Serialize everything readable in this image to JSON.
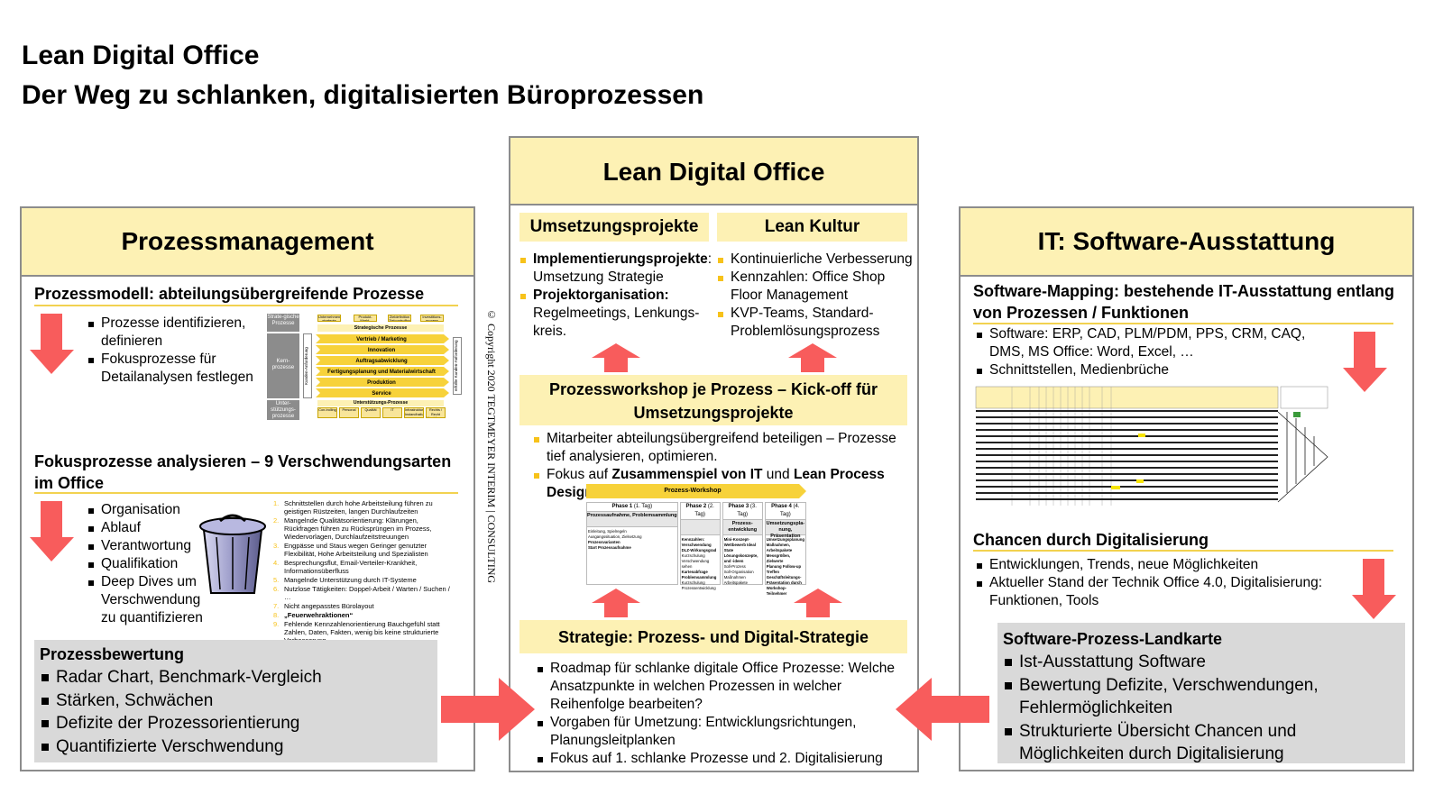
{
  "title": {
    "line1": "Lean Digital Office",
    "line2": "Der Weg zu schlanken, digitalisierten Büroprozessen"
  },
  "copyright": "© Copyright 2020 TEGTMEYER INTERIM | CONSULTING",
  "left": {
    "header": "Prozessmanagement",
    "model_title": "Prozessmodell: abteilungsübergreifende Prozesse",
    "model_bullets": [
      "Prozesse identifizieren, definieren",
      "Fokusprozesse für Detailanalysen festlegen"
    ],
    "focus_title": "Fokusprozesse analysieren – 9 Verschwendungsarten im Office",
    "focus_bullets": [
      "Organisation",
      "Ablauf",
      "Verantwortung",
      "Qualifikation",
      "Deep Dives um Verschwendung zu quantifizieren"
    ],
    "waste": [
      "Schnittstellen durch hohe Arbeitsteilung führen zu geistigen Rüstzeiten, langen Durchlaufzeiten",
      "Mangelnde Qualitätsorientierung: Klärungen, Rückfragen führen zu Rücksprüngen im Prozess, Wiedervorlagen, Durchlaufzeitstreuungen",
      "Engpässe und Staus wegen Geringer genutzter Flexibilität, Hohe Arbeitsteilung und Spezialisten",
      "Besprechungsflut, Email-Verteiler-Krankheit, Informationsüberfluss",
      "Mangelnde Unterstützung durch IT-Systeme",
      "Nutzlose Tätigkeiten: Doppel-Arbeit / Warten / Suchen / …",
      "Nicht angepasstes Bürolayout",
      "„Feuerwehraktionen“",
      "Fehlende Kennzahlenorientierung Bauchgefühl statt Zahlen, Daten, Fakten, wenig bis keine strukturierte Verbesserung"
    ],
    "eval_title": "Prozessbewertung",
    "eval_bullets": [
      "Radar Chart, Benchmark-Vergleich",
      "Stärken, Schwächen",
      "Defizite der Prozessorientierung",
      "Quantifizierte Verschwendung"
    ],
    "model": {
      "strategic": "Strate-gische Prozesse",
      "core": "Kern-prozesse",
      "support": "Unter-stützungs-prozesse",
      "top_boxes": [
        "Unternehmens-strategie",
        "Produkt-Markt-strategie",
        "Zieldefinition Zielcontrolling",
        "Investitions-prozess"
      ],
      "strategic_bar": "Strategische Prozesse",
      "core_items": [
        "Vertrieb / Marketing",
        "Innovation",
        "Auftragsabwicklung",
        "Fertigungsplanung und Materialwirtschaft",
        "Produktion",
        "Service"
      ],
      "left_vertical": "Kunden-Anforderung",
      "right_vertical": "erfüllte Kunden-Anforderung",
      "support_bar": "Unterstützungs-Prozesse",
      "support_boxes": [
        "Con-trolling",
        "Personal",
        "Qualität",
        "IT",
        "Infrastruktur Instandhaltung",
        "Rechts / Recht Versicherung"
      ]
    }
  },
  "center": {
    "header": "Lean Digital Office",
    "umsetzung": "Umsetzungsprojekte",
    "kultur": "Lean Kultur",
    "umsetzung_items": [
      {
        "bold": "Implementierungsprojekte",
        "rest": ": Umsetzung Strategie"
      },
      {
        "bold": "Projektorganisation:",
        "rest": " Regelmeetings, Lenkungs-kreis."
      }
    ],
    "kultur_items": [
      "Kontinuierliche Verbesserung",
      "Kennzahlen: Office Shop Floor Management",
      "KVP-Teams, Standard-Problemlösungsprozess"
    ],
    "workshop_title": "Prozessworkshop je Prozess – Kick-off für Umsetzungsprojekte",
    "workshop_b1": "Mitarbeiter abteilungsübergreifend beteiligen – Prozesse tief analysieren, optimieren.",
    "workshop_b2_pre": "Fokus auf ",
    "workshop_b2_bold1": "Zusammenspiel von IT",
    "workshop_b2_mid": " und ",
    "workshop_b2_bold2": "Lean Process Design",
    "pw": {
      "title": "Prozess-Workshop",
      "phases": [
        {
          "label": "Phase 1",
          "days": "(1. Tag)",
          "head": "Prozessaufnahme, Problemsammlung",
          "items": [
            "Einleitung, Spielregeln",
            "Ausgangssituation, Zielsetzung",
            "Prozessvarianten",
            "Start Prozessaufnahme"
          ]
        },
        {
          "label": "Phase 2",
          "days": "(2. Tag)",
          "head": "",
          "items": [
            "Kennzahlen: Verschwendung DLZ-Wirkungsgrad",
            "Kurzschulung Verschwendung sehen",
            "Kartenabfrage Problemsammlung",
            "Kurzschulung Prozessentwicklung"
          ]
        },
        {
          "label": "Phase 3",
          "days": "(3. Tag)",
          "head": "Prozess-entwicklung",
          "items": [
            "Mini-Konzept-Wettbewerb Ideal State",
            "Lösungskonzepte, und -ideen",
            "Soll-Prozess",
            "Soll-Organisation",
            "Maßnahmen",
            "Arbeitspakete"
          ]
        },
        {
          "label": "Phase 4",
          "days": "(4. Tag)",
          "head": "Umsetzungspla-nung, Präsentation",
          "items": [
            "Umsetzungsplanung Maßnahmen, Arbeitspakete",
            "Messgrößen, Zielwerte",
            "Planung Follow-up Treffen",
            "Geschäftsleitungs-Präsentation durch Workshop-Teilnehmer"
          ]
        }
      ]
    },
    "strategy_title": "Strategie: Prozess- und Digital-Strategie",
    "strategy_items": [
      "Roadmap für schlanke digitale Office Prozesse: Welche Ansatzpunkte in welchen Prozessen in welcher Reihenfolge bearbeiten?",
      "Vorgaben für Umetzung: Entwicklungsrichtungen, Planungsleitplanken",
      "Fokus auf 1. schlanke Prozesse und 2. Digitalisierung"
    ]
  },
  "right": {
    "header": "IT: Software-Ausstattung",
    "mapping_title": "Software-Mapping: bestehende IT-Ausstattung entlang von Prozessen / Funktionen",
    "mapping_bullets": [
      "Software: ERP, CAD, PLM/PDM, PPS, CRM, CAQ, DMS, MS Office: Word, Excel, …",
      "Schnittstellen, Medienbrüche"
    ],
    "chancen_title": "Chancen durch Digitalisierung",
    "chancen_bullets": [
      "Entwicklungen, Trends, neue Möglichkeiten",
      "Aktueller Stand der Technik Office 4.0, Digitalisierung: Funktionen, Tools"
    ],
    "map_title": "Software-Prozess-Landkarte",
    "map_bullets": [
      "Ist-Ausstattung Software",
      "Bewertung Defizite, Verschwendungen, Fehlermöglichkeiten",
      "Strukturierte Übersicht Chancen und Möglichkeiten durch Digitalisierung"
    ]
  },
  "colors": {
    "header_fill": "#fdf1b4",
    "arrow": "#f85c5c",
    "bullet_yellow": "#f7c21a",
    "gray_box": "#d9d9d9",
    "border": "#8c8c8c"
  }
}
